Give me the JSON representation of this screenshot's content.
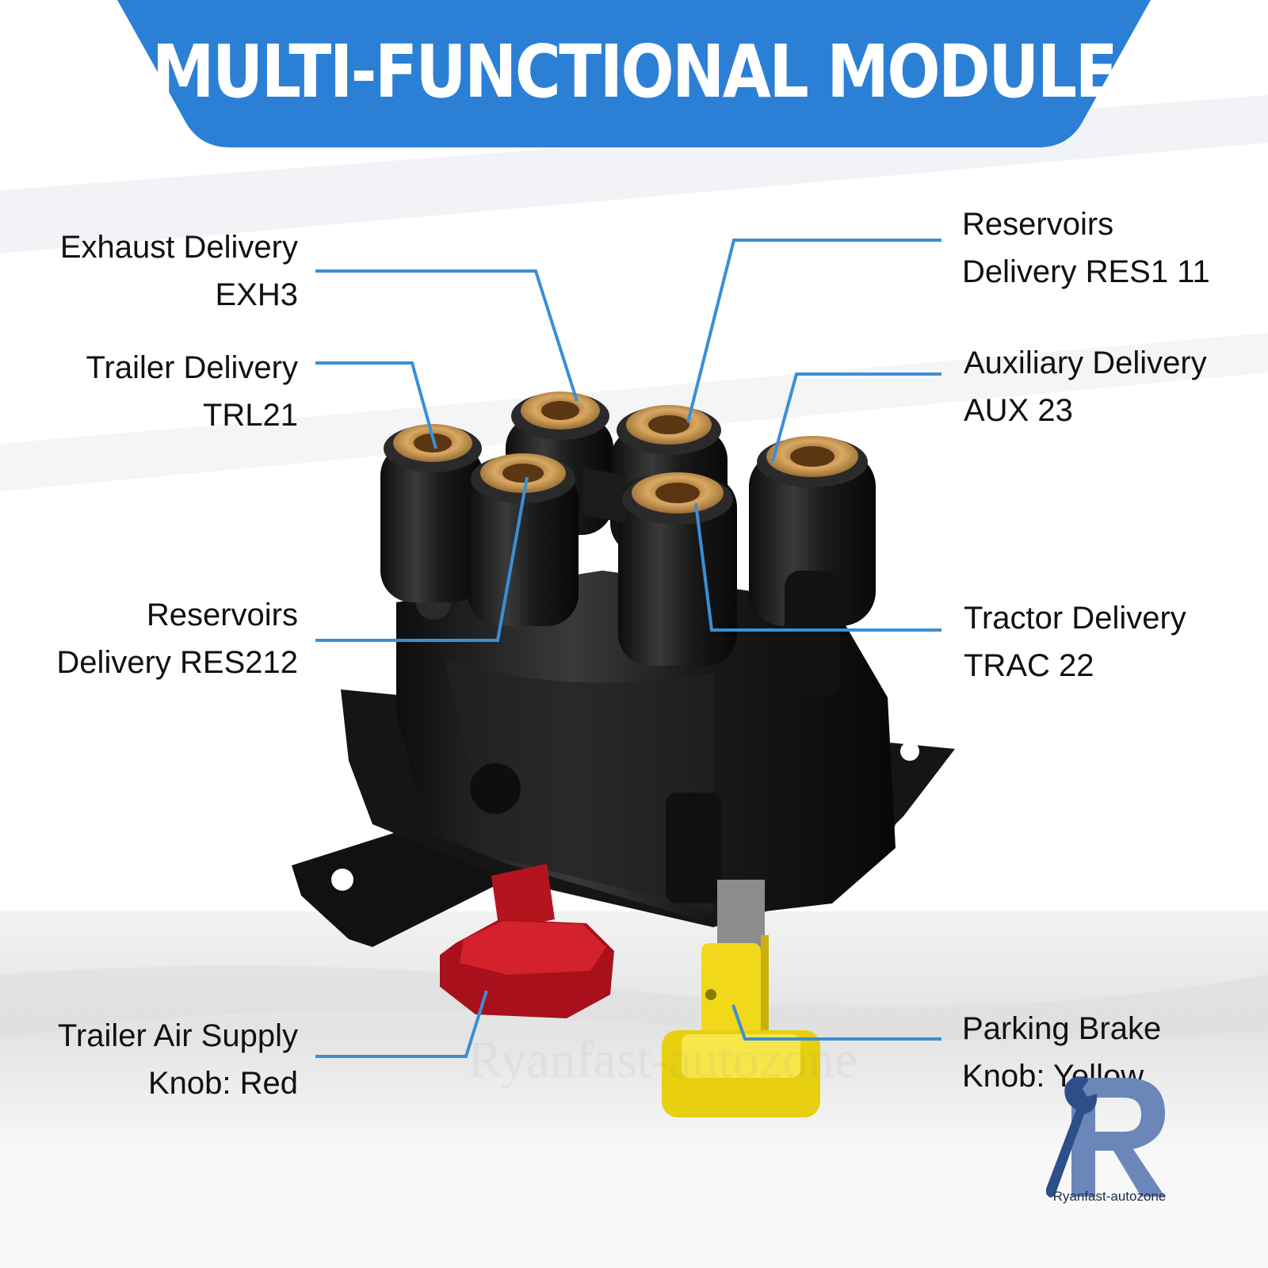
{
  "header": {
    "title": "MULTI-FUNCTIONAL MODULE",
    "banner_color": "#2b80d6"
  },
  "callouts": [
    {
      "id": "exhaust-delivery",
      "side": "left",
      "lines": [
        "Exhaust Delivery",
        "EXH3"
      ]
    },
    {
      "id": "trailer-delivery",
      "side": "left",
      "lines": [
        "Trailer Delivery",
        "TRL21"
      ]
    },
    {
      "id": "reservoirs-delivery-res2",
      "side": "left",
      "lines": [
        "Reservoirs",
        "Delivery RES212"
      ]
    },
    {
      "id": "trailer-air-supply",
      "side": "left",
      "lines": [
        "Trailer Air Supply",
        "Knob: Red"
      ]
    },
    {
      "id": "reservoirs-delivery-res1",
      "side": "right",
      "lines": [
        "Reservoirs",
        "Delivery RES1 11"
      ]
    },
    {
      "id": "auxiliary-delivery",
      "side": "right",
      "lines": [
        "Auxiliary Delivery",
        "AUX 23"
      ]
    },
    {
      "id": "tractor-delivery",
      "side": "right",
      "lines": [
        "Tractor Delivery",
        "TRAC 22"
      ]
    },
    {
      "id": "parking-brake",
      "side": "right",
      "lines": [
        "Parking Brake",
        "Knob: Yellow"
      ]
    }
  ],
  "leader_color": "#3a8fd6",
  "knob_colors": {
    "trailer_air_supply": "#c41a26",
    "parking_brake": "#f2dc1e"
  },
  "watermark": "Ryanfast-autozone",
  "brand": {
    "name": "Ryanfast-autozone",
    "mark_color": "#6b86b8"
  }
}
